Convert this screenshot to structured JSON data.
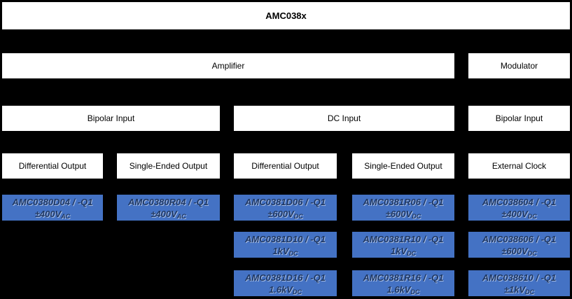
{
  "colors": {
    "background": "#000000",
    "node_fill": "#ffffff",
    "node_text": "#000000",
    "part_fill": "#4472c4",
    "part_text": "#1f3864"
  },
  "root": {
    "label": "AMC038x"
  },
  "level2": {
    "amplifier": "Amplifier",
    "modulator": "Modulator"
  },
  "level3": {
    "bipolar_left": "Bipolar Input",
    "dc": "DC Input",
    "bipolar_right": "Bipolar Input"
  },
  "level4": {
    "col1": "Differential Output",
    "col2": "Single-Ended Output",
    "col3": "Differential Output",
    "col4": "Single-Ended Output",
    "col5": "External Clock"
  },
  "parts": {
    "col1": [
      {
        "name": "AMC0380D04 / -Q1",
        "rating": "±400V",
        "rating_sub": "AC"
      }
    ],
    "col2": [
      {
        "name": "AMC0380R04 / -Q1",
        "rating": "±400V",
        "rating_sub": "AC"
      }
    ],
    "col3": [
      {
        "name": "AMC0381D06 / -Q1",
        "rating": "±600V",
        "rating_sub": "DC"
      },
      {
        "name": "AMC0381D10 / -Q1",
        "rating": "1kV",
        "rating_sub": "DC"
      },
      {
        "name": "AMC0381D16 / -Q1",
        "rating": "1.6kV",
        "rating_sub": "DC"
      }
    ],
    "col4": [
      {
        "name": "AMC0381R06 / -Q1",
        "rating": "±600V",
        "rating_sub": "DC"
      },
      {
        "name": "AMC0381R10 / -Q1",
        "rating": "1kV",
        "rating_sub": "DC"
      },
      {
        "name": "AMC0381R16 / -Q1",
        "rating": "1.6kV",
        "rating_sub": "DC"
      }
    ],
    "col5": [
      {
        "name": "AMC038604 / -Q1",
        "rating": "±400V",
        "rating_sub": "DC"
      },
      {
        "name": "AMC038606 / -Q1",
        "rating": "±600V",
        "rating_sub": "DC"
      },
      {
        "name": "AMC038610 / -Q1",
        "rating": "±1kV",
        "rating_sub": "DC"
      }
    ]
  }
}
